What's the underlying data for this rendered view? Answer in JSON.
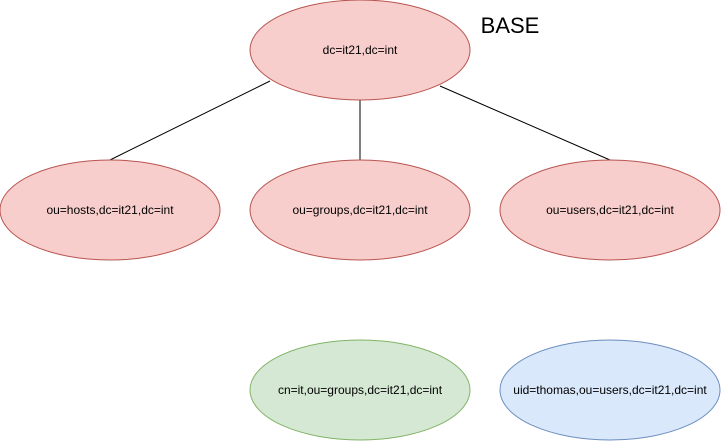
{
  "diagram": {
    "base_label": "BASE",
    "colors": {
      "pink_fill": "#f8cecc",
      "pink_stroke": "#b85450",
      "green_fill": "#d5e8d4",
      "green_stroke": "#82b366",
      "blue_fill": "#dae8fc",
      "blue_stroke": "#6c8ebf",
      "edge": "#000000"
    },
    "nodes": {
      "root": {
        "label": "dc=it21,dc=int"
      },
      "hosts": {
        "label": "ou=hosts,dc=it21,dc=int"
      },
      "groups": {
        "label": "ou=groups,dc=it21,dc=int"
      },
      "users": {
        "label": "ou=users,dc=it21,dc=int"
      },
      "group_it": {
        "label": "cn=it,ou=groups,dc=it21,dc=int"
      },
      "user_thomas": {
        "label": "uid=thomas,ou=users,dc=it21,dc=int"
      }
    },
    "edges": [
      {
        "from": "root",
        "to": "hosts"
      },
      {
        "from": "root",
        "to": "groups"
      },
      {
        "from": "root",
        "to": "users"
      }
    ]
  }
}
